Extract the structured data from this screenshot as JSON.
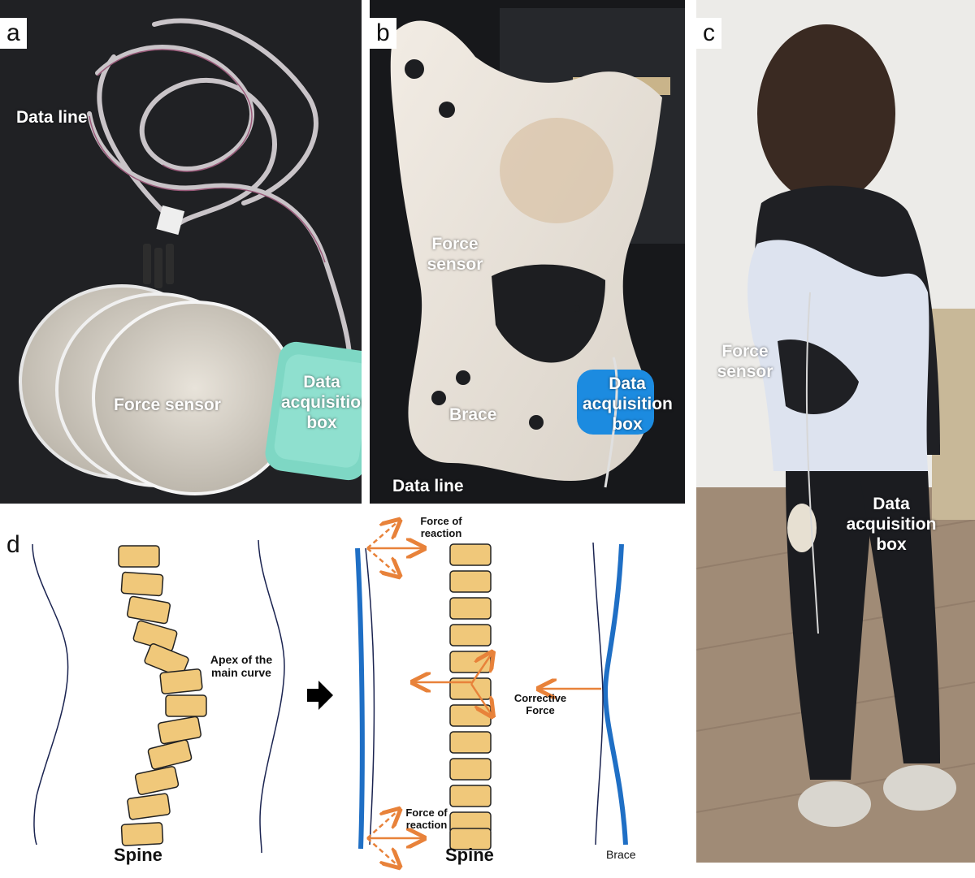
{
  "panel_a": {
    "label": "a",
    "data_line": "Data line",
    "force_sensor": "Force sensor",
    "data_acquisition_box": "Data acquisition box"
  },
  "panel_b": {
    "label": "b",
    "force_sensor": "Force sensor",
    "brace": "Brace",
    "data_acquisition_box": "Data acquisition box",
    "data_line": "Data line"
  },
  "panel_c": {
    "label": "c",
    "force_sensor": "Force sensor",
    "data_acquisition_box": "Data acquisition box"
  },
  "panel_d": {
    "label": "d",
    "apex": "Apex of the main curve",
    "spine_left": "Spine",
    "force_of_reaction_top": "Force of reaction",
    "corrective_force": "Corrective Force",
    "force_of_reaction_bottom": "Force of reaction",
    "spine_right": "Spine",
    "brace": "Brace"
  },
  "colors": {
    "vertebra_fill": "#f0c87a",
    "arrow": "#e8823a",
    "brace_blue": "#1f6fc5",
    "body_line": "#1a2350"
  }
}
